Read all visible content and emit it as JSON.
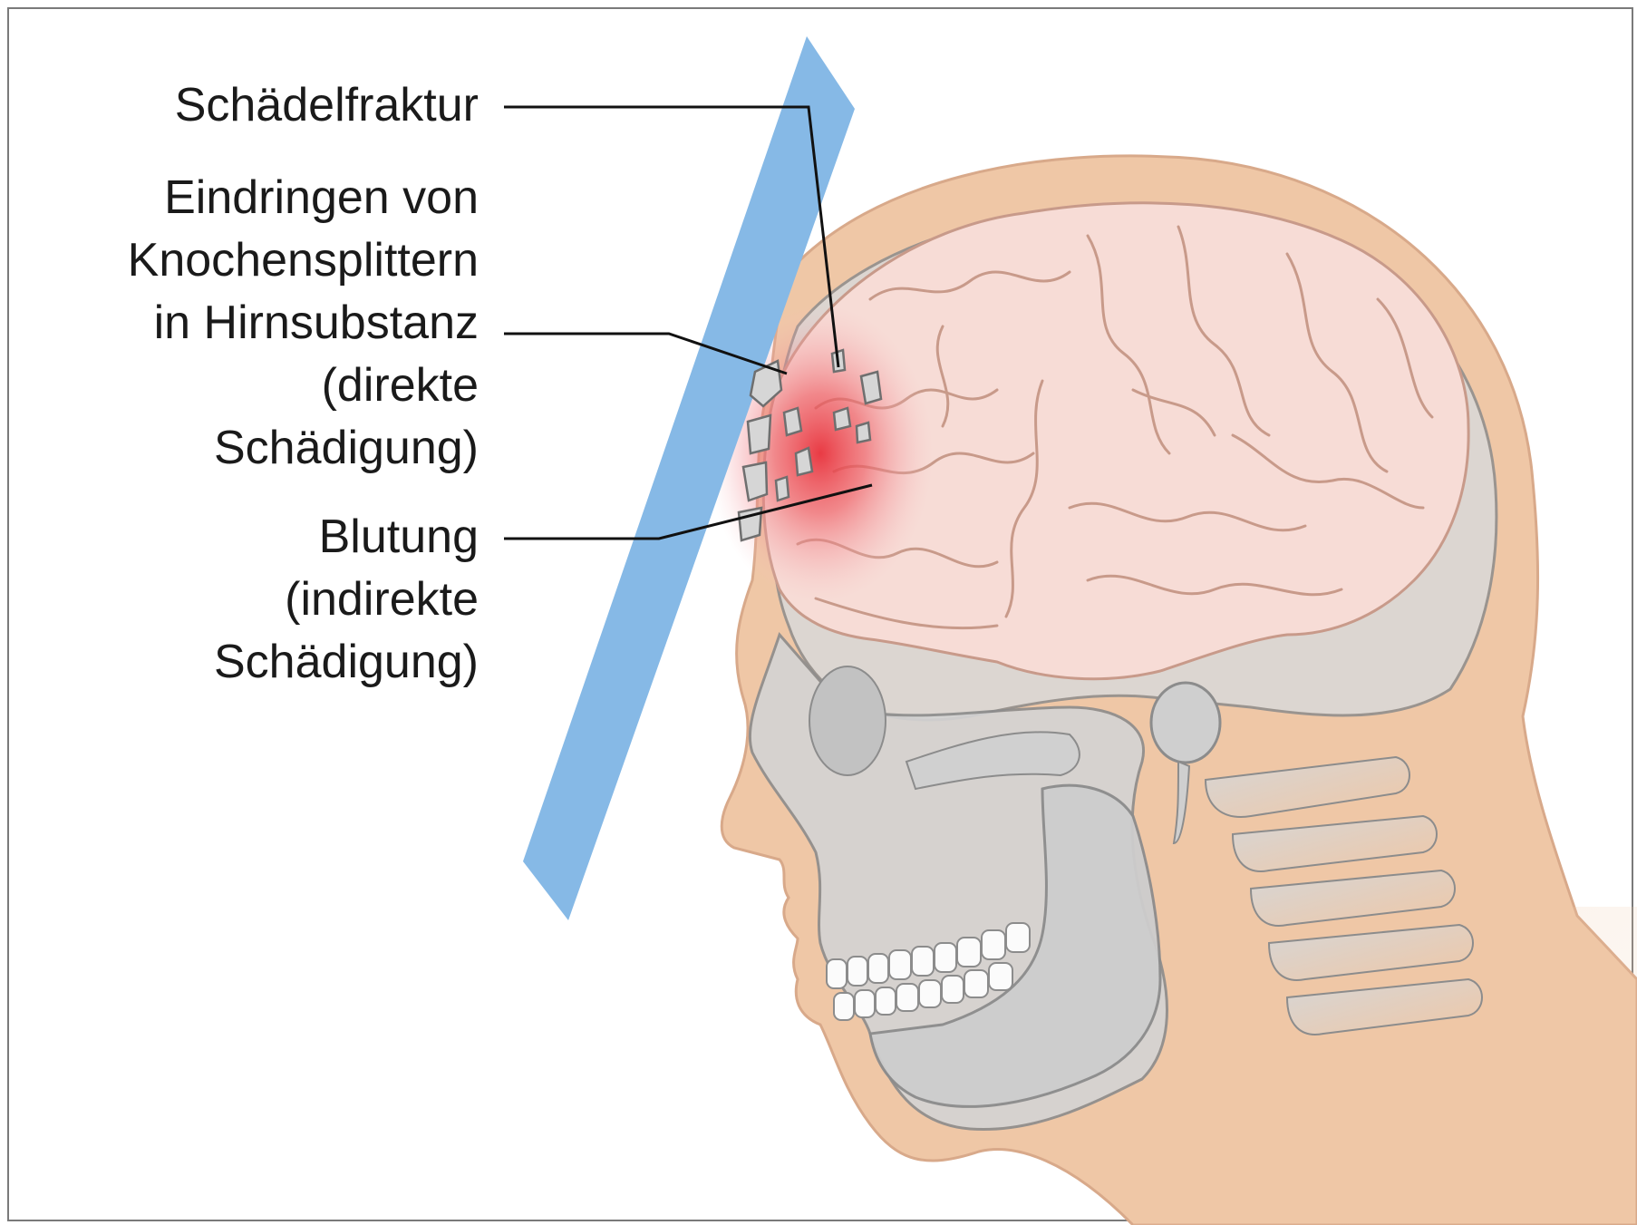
{
  "labels": {
    "skull_fracture": {
      "lines": [
        "Schädelfraktur"
      ]
    },
    "bone_splinters": {
      "lines": [
        "Eindringen von",
        "Knochensplittern",
        "in Hirnsubstanz",
        "(direkte",
        "Schädigung)"
      ]
    },
    "bleeding": {
      "lines": [
        "Blutung",
        "(indirekte",
        "Schädigung)"
      ]
    }
  },
  "colors": {
    "impact_object": "#86b9e6",
    "skin": "#efc7a6",
    "skin_outline": "#d8a98a",
    "skull": "#d6d6d6",
    "skull_outline": "#8c8c8c",
    "brain": "#f7dcd6",
    "brain_outline": "#c89a8a",
    "hemorrhage": "#e8323c",
    "leader_line": "#111111",
    "frame_border": "#7a7a7a"
  }
}
